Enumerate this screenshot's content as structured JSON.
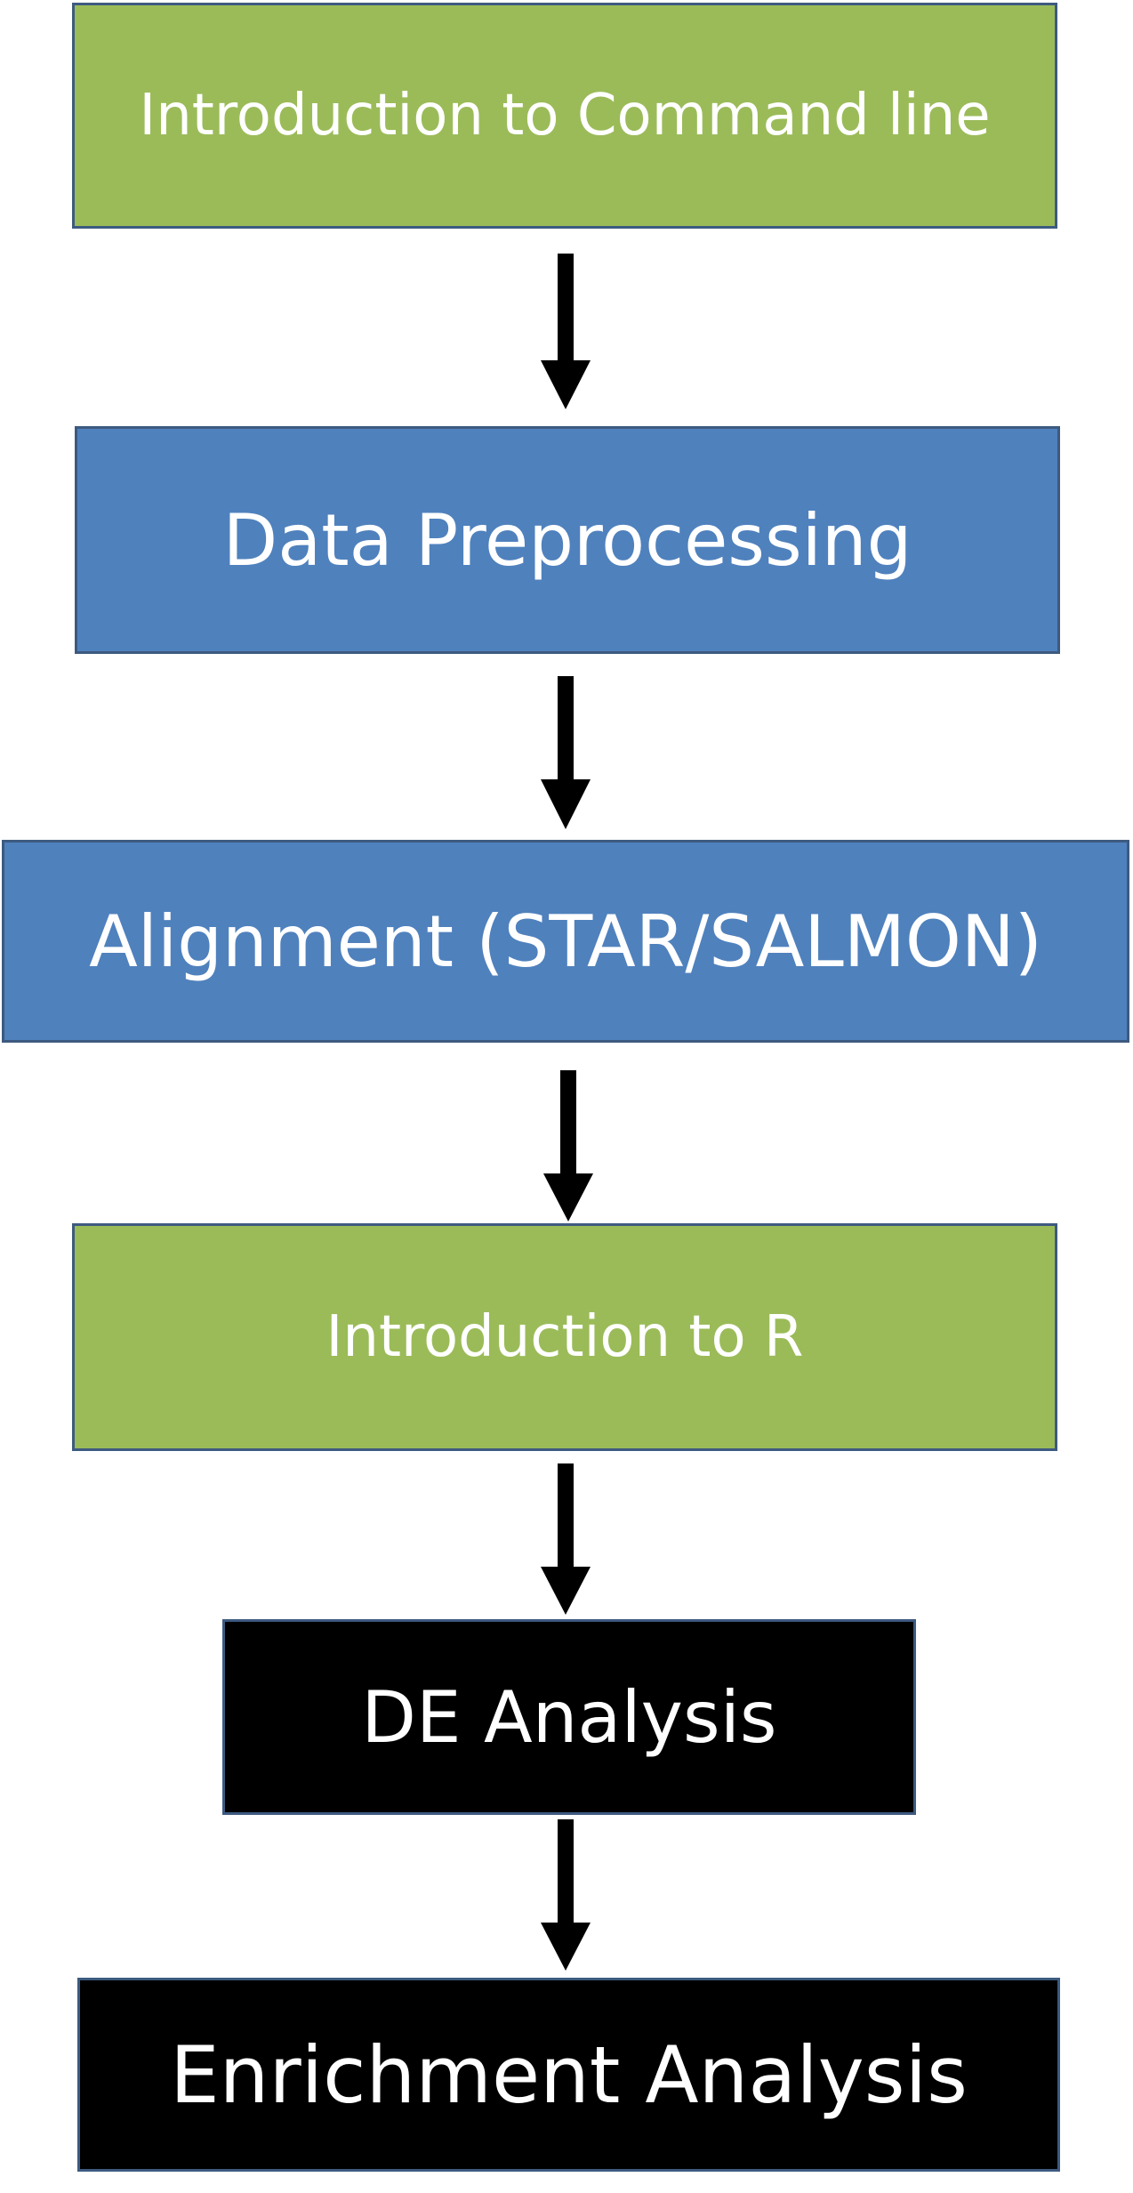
{
  "flowchart": {
    "steps": [
      {
        "label": "Introduction to Command line",
        "color": "#9bbb59"
      },
      {
        "label": "Data Preprocessing",
        "color": "#4f81bd"
      },
      {
        "label": "Alignment (STAR/SALMON)",
        "color": "#4f81bd"
      },
      {
        "label": "Introduction to R",
        "color": "#9bbb59"
      },
      {
        "label": "DE Analysis",
        "color": "#000000"
      },
      {
        "label": "Enrichment Analysis",
        "color": "#000000"
      }
    ],
    "arrow_color": "#000000",
    "box_border_color": "#3d5a80",
    "text_color": "#ffffff"
  }
}
